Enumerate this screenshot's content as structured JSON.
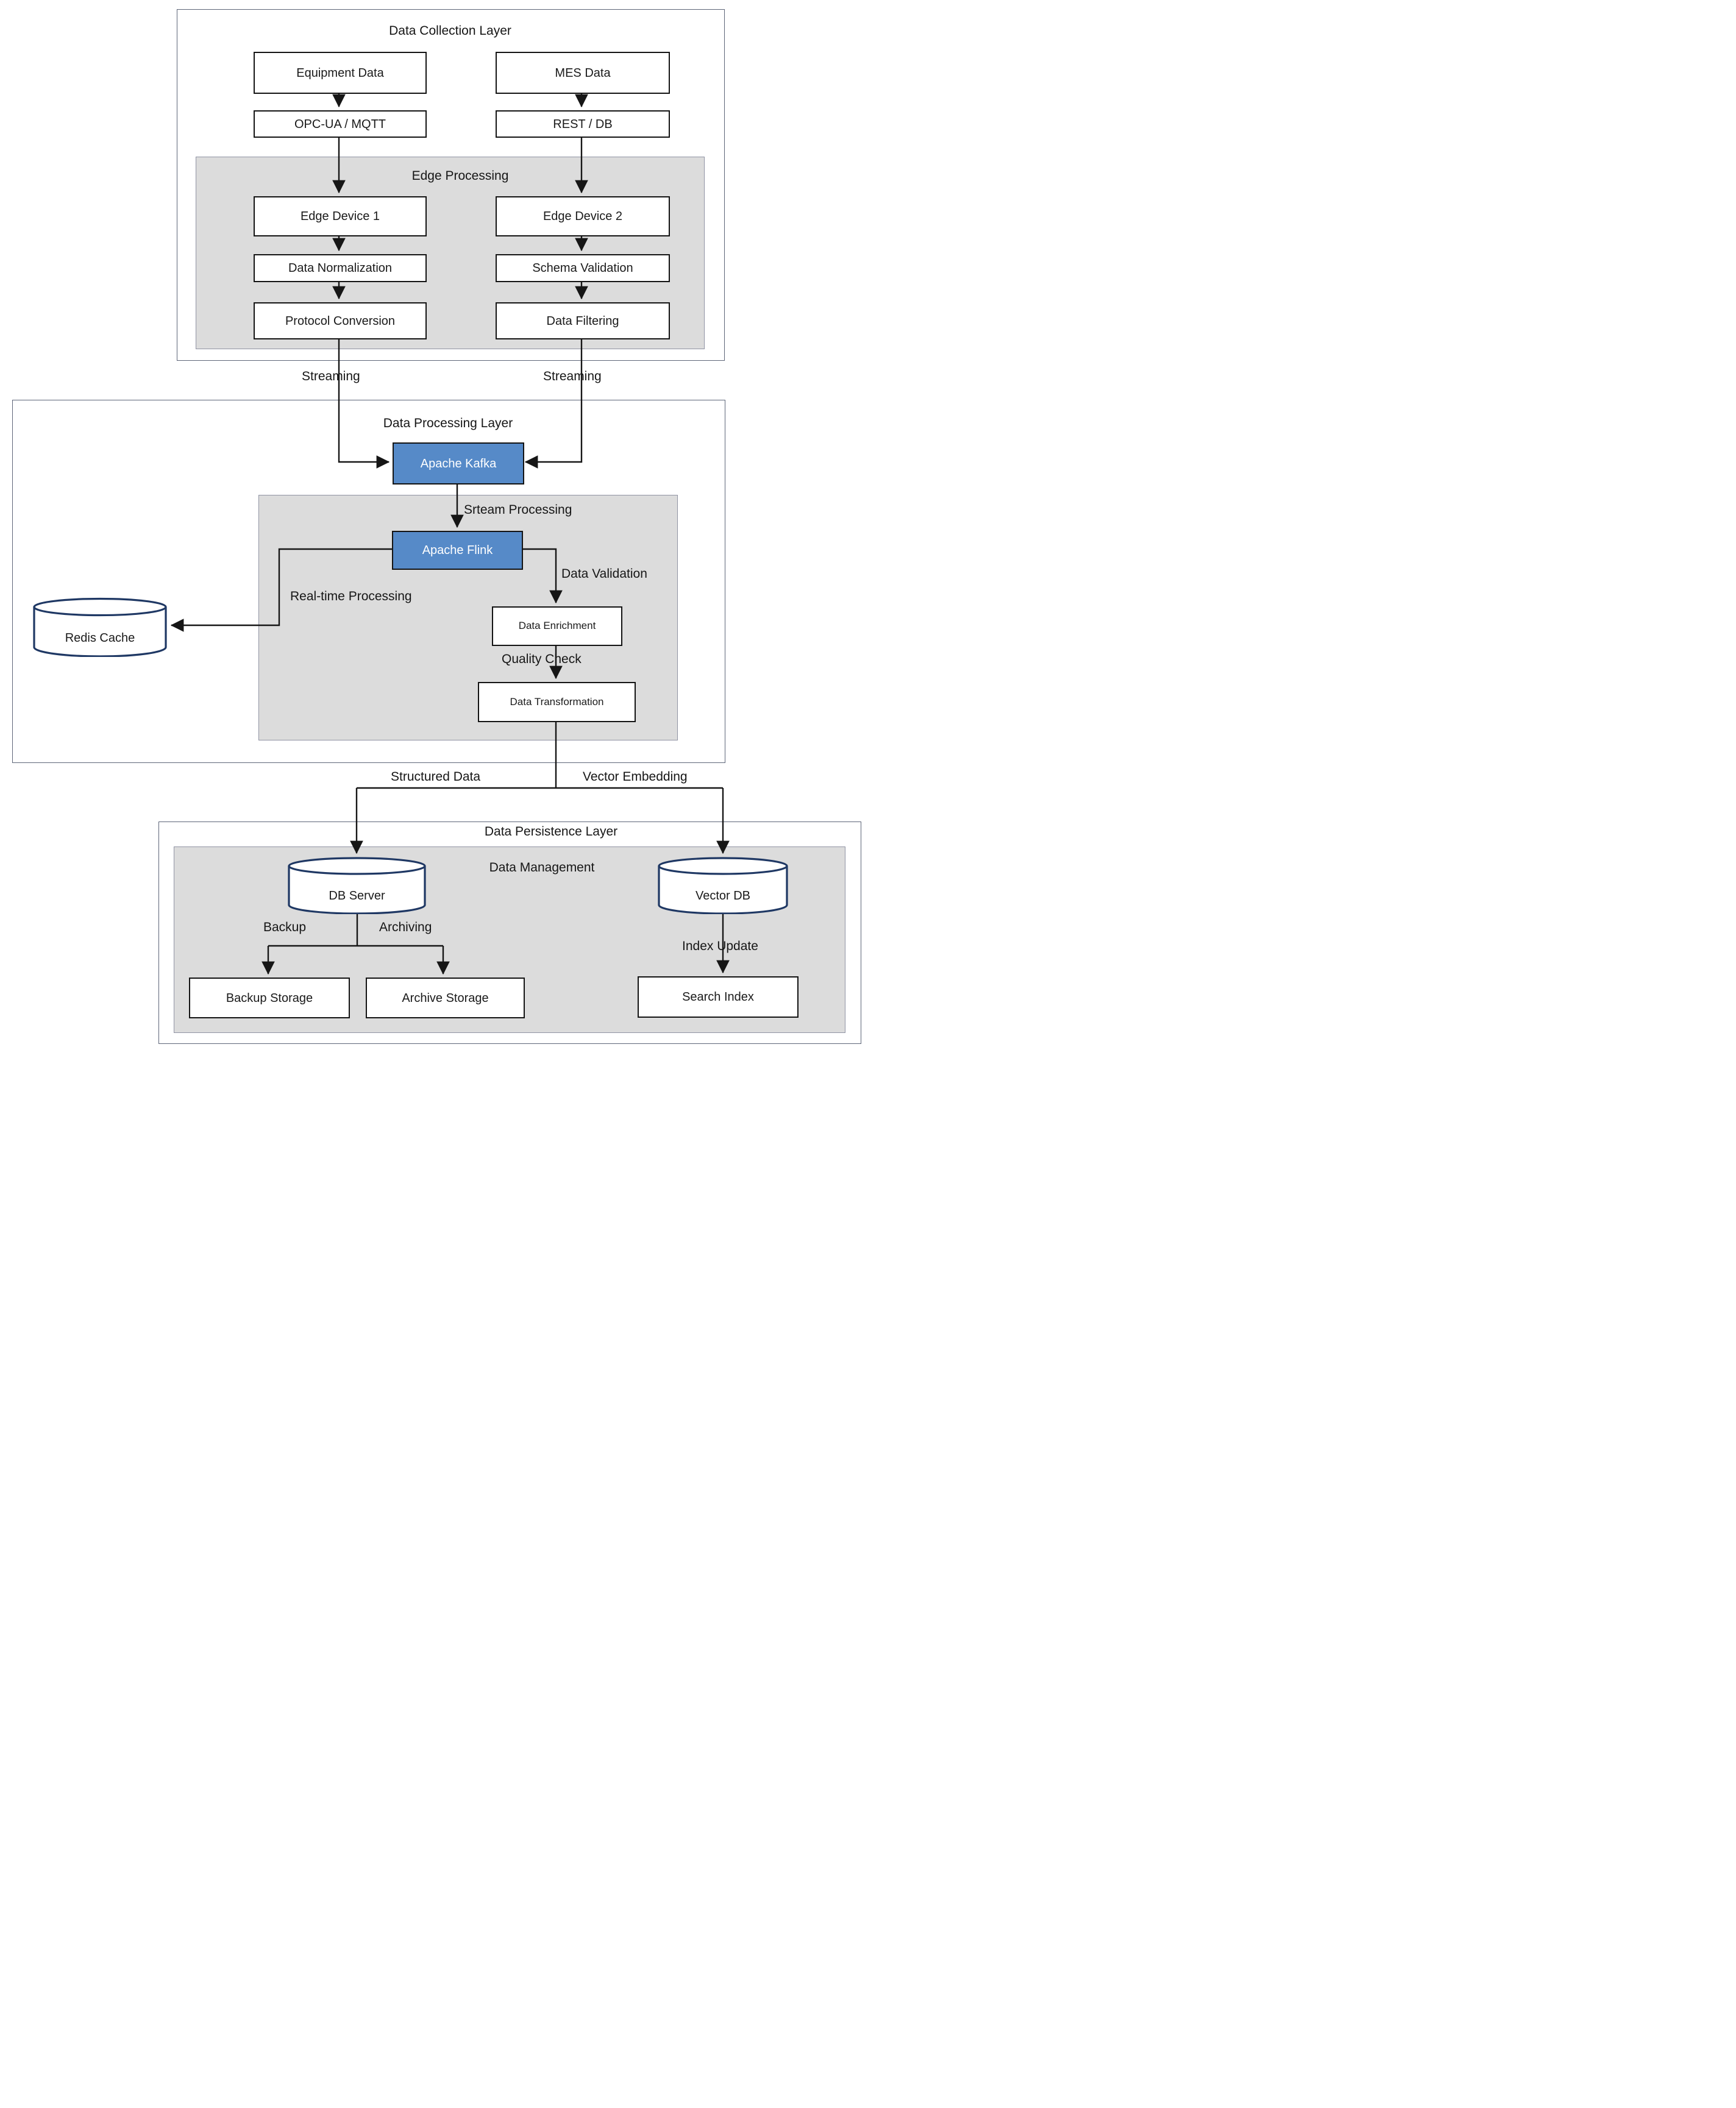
{
  "layers": {
    "collection_title": "Data Collection Layer",
    "edge_title": "Edge Processing",
    "processing_title": "Data Processing Layer",
    "persistence_title": "Data Persistence Layer",
    "management_title": "Data Management"
  },
  "nodes": {
    "equipment_data": "Equipment Data",
    "mes_data": "MES Data",
    "opc_ua_mqtt": "OPC-UA / MQTT",
    "rest_db": "REST / DB",
    "edge_device_1": "Edge Device 1",
    "edge_device_2": "Edge Device 2",
    "data_normalization": "Data Normalization",
    "schema_validation": "Schema Validation",
    "protocol_conversion": "Protocol Conversion",
    "data_filtering": "Data Filtering",
    "apache_kafka": "Apache Kafka",
    "apache_flink": "Apache Flink",
    "redis_cache": "Redis Cache",
    "data_enrichment": "Data Enrichment",
    "data_transformation": "Data Transformation",
    "db_server": "DB Server",
    "vector_db": "Vector DB",
    "backup_storage": "Backup Storage",
    "archive_storage": "Archive Storage",
    "search_index": "Search Index"
  },
  "edge_labels": {
    "streaming_left": "Streaming",
    "streaming_right": "Streaming",
    "stream_processing": "Srteam Processing",
    "realtime_processing": "Real-time Processing",
    "data_validation": "Data Validation",
    "quality_check": "Quality Check",
    "structured_data": "Structured Data",
    "vector_embedding": "Vector Embedding",
    "backup": "Backup",
    "archiving": "Archiving",
    "index_update": "Index Update"
  },
  "colors": {
    "accent_blue": "#568ac8",
    "cylinder_stroke": "#1f3864",
    "gray_fill": "#dcdcdc",
    "layer_border": "#5d6578",
    "connector": "#161616"
  }
}
